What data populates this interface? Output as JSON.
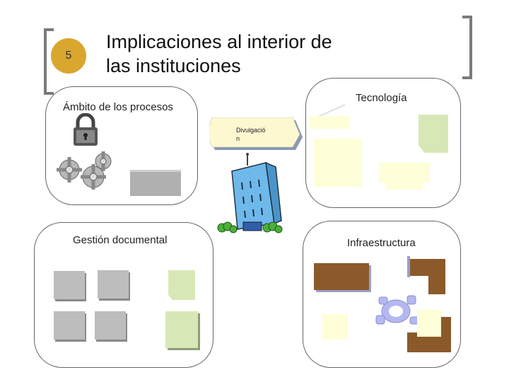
{
  "slide": {
    "number": "5",
    "title_line1": "Implicaciones al interior de",
    "title_line2": "las instituciones"
  },
  "panels": {
    "procesos": "Ámbito de los procesos",
    "tecnologia": "Tecnología",
    "gestion": "Gestión documental",
    "infraestructura": "Infraestructura"
  },
  "banner": {
    "line1": "Divulgació",
    "line2": "n"
  },
  "colors": {
    "badge": "#d9a62e",
    "bracket": "#7a7a7a",
    "building": "#6fb8ea",
    "note_green": "#d7e8b6",
    "note_yellow": "#fefed8",
    "furniture": "#8b5a2b",
    "chair": "#b4b8f0"
  },
  "icons": [
    "lock-icon",
    "gears-icon",
    "building-icon",
    "chairs-icon"
  ]
}
